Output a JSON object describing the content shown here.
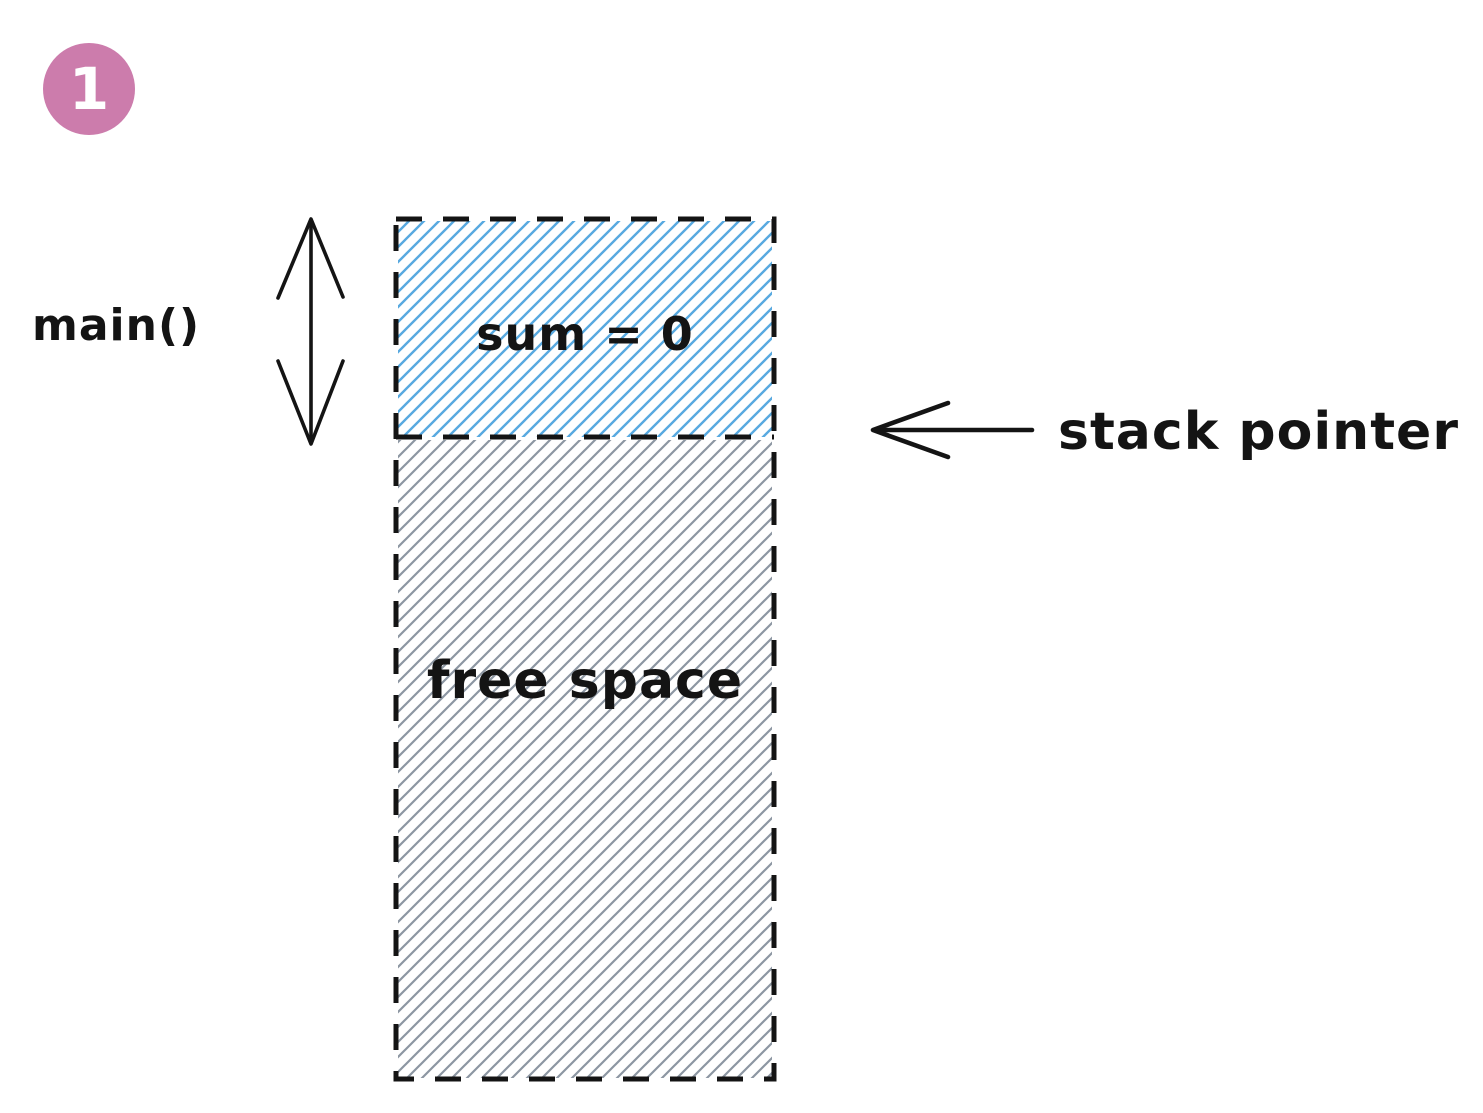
{
  "step_badge": {
    "number": "1"
  },
  "diagram": {
    "frame_label": "main()",
    "frame_value": "sum = 0",
    "free_space_label": "free space",
    "stack_pointer_label": "stack pointer"
  },
  "colors": {
    "badge_pink": "#CC7CAC",
    "hatch_blue": "#58A9E0",
    "hatch_gray": "#8C96A2",
    "ink": "#141414"
  }
}
